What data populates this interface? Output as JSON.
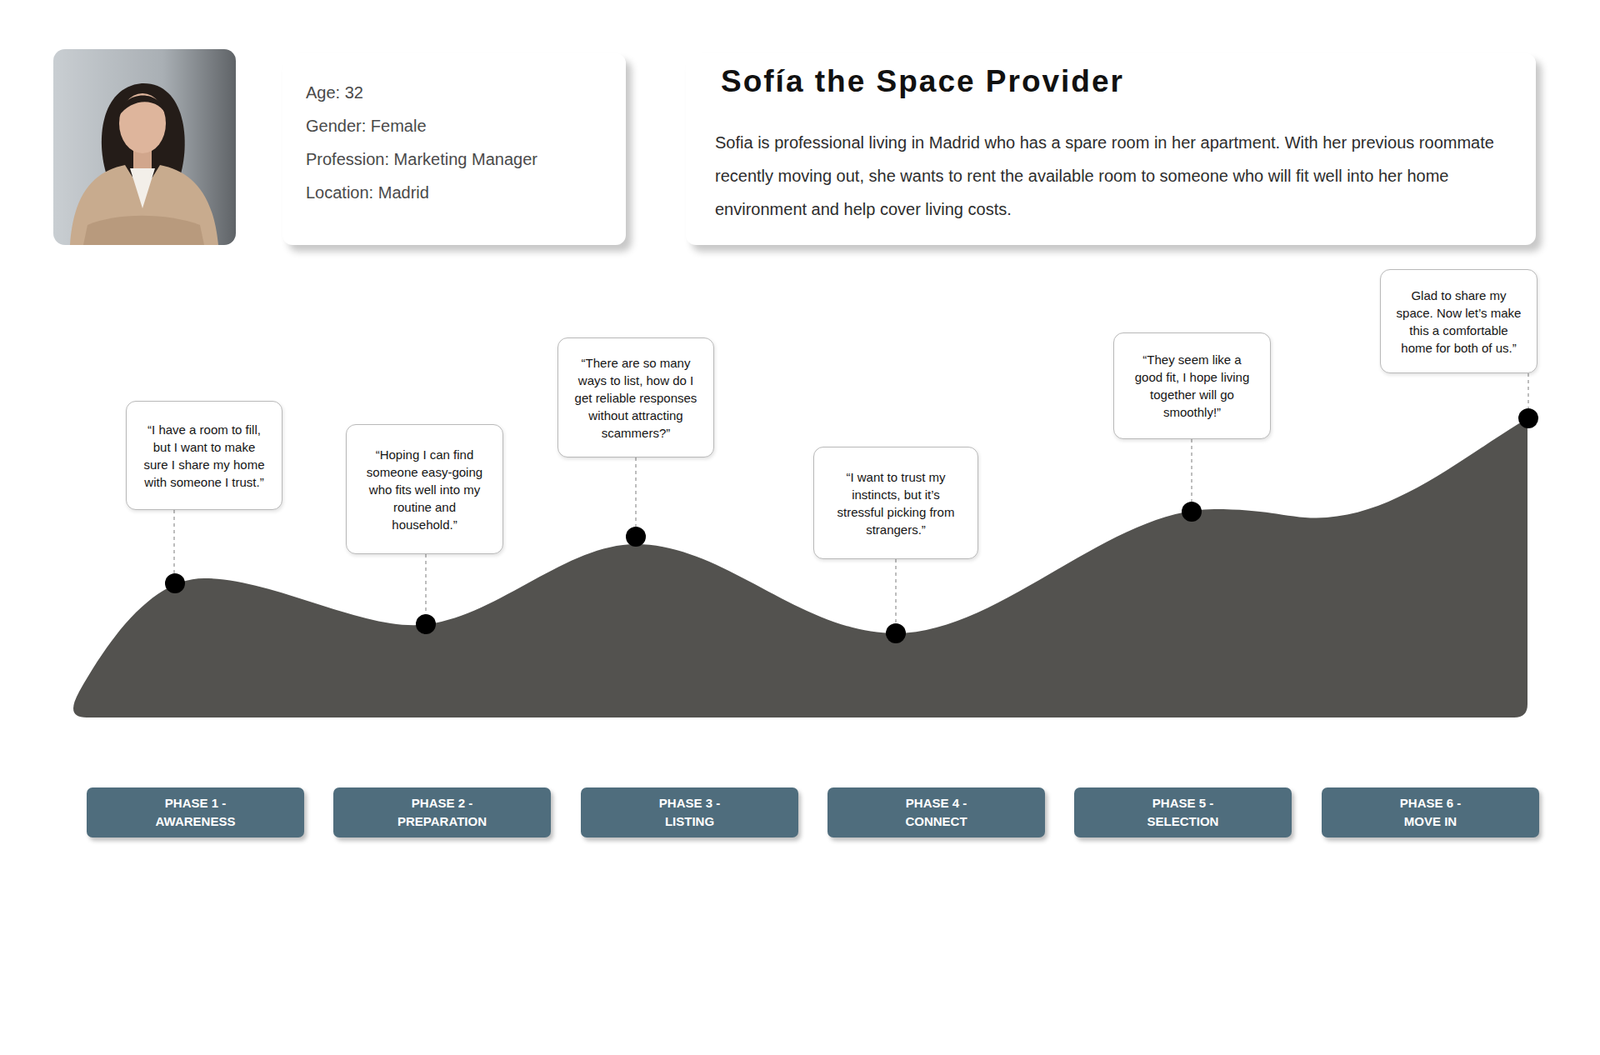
{
  "diagram": {
    "nodes": [
      {
        "text": [
          "Age: 32",
          "Gender: Female",
          "Profession: Marketing Manager",
          "Location: Madrid"
        ]
      },
      {
        "text": [
          "Sofía the Space Provider",
          "Sofia is professional living in Madrid who has a spare room in her apartment. With her previous roommate recently moving out, she wants to rent the available room to someone who will fit well into her home environment and help cover living costs."
        ]
      },
      {
        "text": [
          "“I have a room to fill, but I want to make sure I share my home with someone I trust.”"
        ]
      },
      {
        "text": [
          "“Hoping I can find someone easy-going who fits well into my routine and household.”"
        ]
      },
      {
        "text": [
          "“There are so many ways to list, how do I get reliable responses without attracting scammers?”"
        ]
      },
      {
        "text": [
          "“I want to trust my instincts, but it’s stressful picking from strangers.”"
        ]
      },
      {
        "text": [
          "“They seem like a good fit, I hope living together will go smoothly!”"
        ]
      },
      {
        "text": [
          "Glad to share my space. Now let’s make this a comfortable home for both of us.”"
        ]
      },
      {
        "text": [
          "PHASE 1 - AWARENESS"
        ]
      },
      {
        "text": [
          "PHASE 2 - PREPARATION"
        ]
      },
      {
        "text": [
          "PHASE 3 - LISTING"
        ]
      },
      {
        "text": [
          "PHASE 4 - CONNECT"
        ]
      },
      {
        "text": [
          "PHASE 5 - SELECTION"
        ]
      },
      {
        "text": [
          "PHASE 6 - MOVE IN"
        ]
      }
    ]
  }
}
